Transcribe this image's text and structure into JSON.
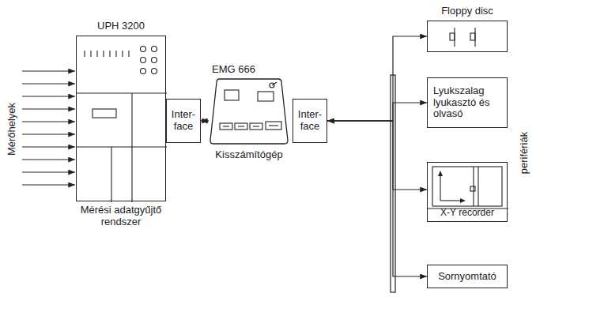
{
  "diagram": {
    "nodes": [
      {
        "text": [
          "UPH 3200",
          "Mérési adatgyűjtő rendszer"
        ]
      },
      {
        "text": [
          "Inter- face"
        ]
      },
      {
        "text": [
          "EMG 666",
          "Kisszámítógép"
        ]
      },
      {
        "text": [
          "Inter- face"
        ]
      },
      {
        "text": [
          "Floppy disc"
        ]
      },
      {
        "text": [
          "Lyukszalag lyukasztó és olvasó"
        ]
      },
      {
        "text": [
          "X-Y recorder"
        ]
      },
      {
        "text": [
          "Sornyomtató"
        ]
      }
    ],
    "edges": [
      {
        "from": 0,
        "to": 1,
        "arrow": "both"
      },
      {
        "from": 1,
        "to": 2,
        "arrow": "both"
      },
      {
        "from": 3,
        "to": 4,
        "arrow": "both"
      },
      {
        "from": 3,
        "to": 5,
        "arrow": "both"
      },
      {
        "from": 3,
        "to": 6,
        "arrow": "to"
      },
      {
        "from": 3,
        "to": 7,
        "arrow": "to"
      }
    ],
    "labels": [
      "Mérőhelyek",
      "perifériák"
    ]
  }
}
